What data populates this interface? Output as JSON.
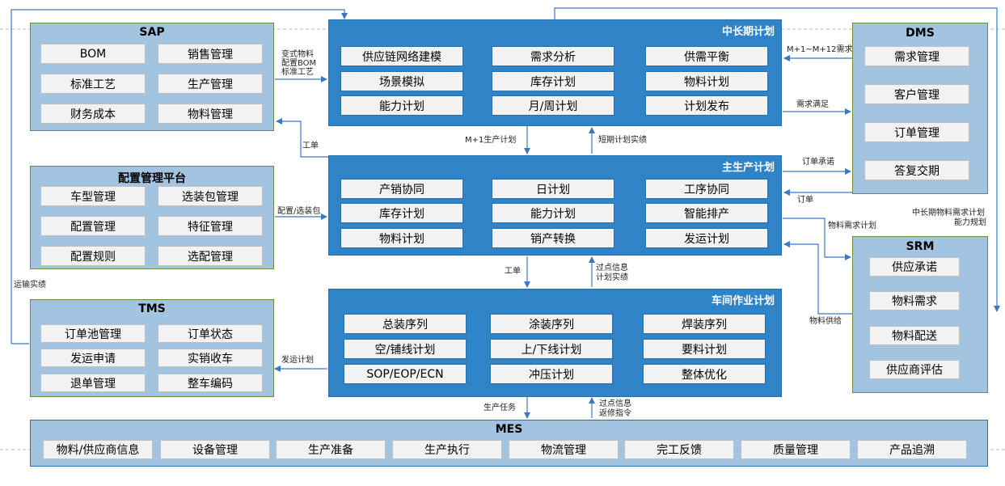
{
  "sap": {
    "title": "SAP",
    "items": [
      "BOM",
      "销售管理",
      "标准工艺",
      "生产管理",
      "财务成本",
      "物料管理"
    ]
  },
  "config": {
    "title": "配置管理平台",
    "items": [
      "车型管理",
      "选装包管理",
      "配置管理",
      "特征管理",
      "配置规则",
      "选配管理"
    ]
  },
  "tms": {
    "title": "TMS",
    "items": [
      "订单池管理",
      "订单状态",
      "发运申请",
      "实销收车",
      "退单管理",
      "整车编码"
    ]
  },
  "midlong": {
    "title": "中长期计划",
    "items": [
      "供应链网络建模",
      "需求分析",
      "供需平衡",
      "场景模拟",
      "库存计划",
      "物料计划",
      "能力计划",
      "月/周计划",
      "计划发布"
    ]
  },
  "master": {
    "title": "主生产计划",
    "items": [
      "产销协同",
      "日计划",
      "工序协同",
      "库存计划",
      "能力计划",
      "智能排产",
      "物料计划",
      "销产转换",
      "发运计划"
    ]
  },
  "workshop": {
    "title": "车间作业计划",
    "items": [
      "总装序列",
      "涂装序列",
      "焊装序列",
      "空/铺线计划",
      "上/下线计划",
      "要料计划",
      "SOP/EOP/ECN",
      "冲压计划",
      "整体优化"
    ]
  },
  "dms": {
    "title": "DMS",
    "items": [
      "需求管理",
      "客户管理",
      "订单管理",
      "答复交期"
    ]
  },
  "srm": {
    "title": "SRM",
    "items": [
      "供应承诺",
      "物料需求",
      "物料配送",
      "供应商评估"
    ]
  },
  "mes": {
    "title": "MES",
    "items": [
      "物料/供应商信息",
      "设备管理",
      "生产准备",
      "生产执行",
      "物流管理",
      "完工反馈",
      "质量管理",
      "产品追溯"
    ]
  },
  "labels": {
    "sap_to_mid": [
      "变式物料",
      "配置BOM",
      "标准工艺"
    ],
    "work_order_1": "工单",
    "config_pkg": "配置/选装包",
    "mid_to_master": "M+1生产计划",
    "master_to_mid": "短期计划实绩",
    "master_to_ws": "工单",
    "ws_to_master": [
      "过点信息",
      "计划实绩"
    ],
    "ws_to_tms": "发运计划",
    "ws_to_mes": "生产任务",
    "mes_to_ws": [
      "过点信息",
      "返修指令"
    ],
    "transport": "运输实绩",
    "dms_demand": "M+1~M+12需求",
    "demand_satisfy": "需求满足",
    "order_promise": "订单承诺",
    "order": "订单",
    "material_demand_plan": "物料需求计划",
    "material_supply": "物料供给",
    "srm_side": [
      "中长期物料需求计划",
      "能力规划"
    ]
  },
  "colors": {
    "core": "#2f84c7",
    "side": "#a3c4e0",
    "arrow": "#3a78c0",
    "cell": "#f2f2f2"
  }
}
